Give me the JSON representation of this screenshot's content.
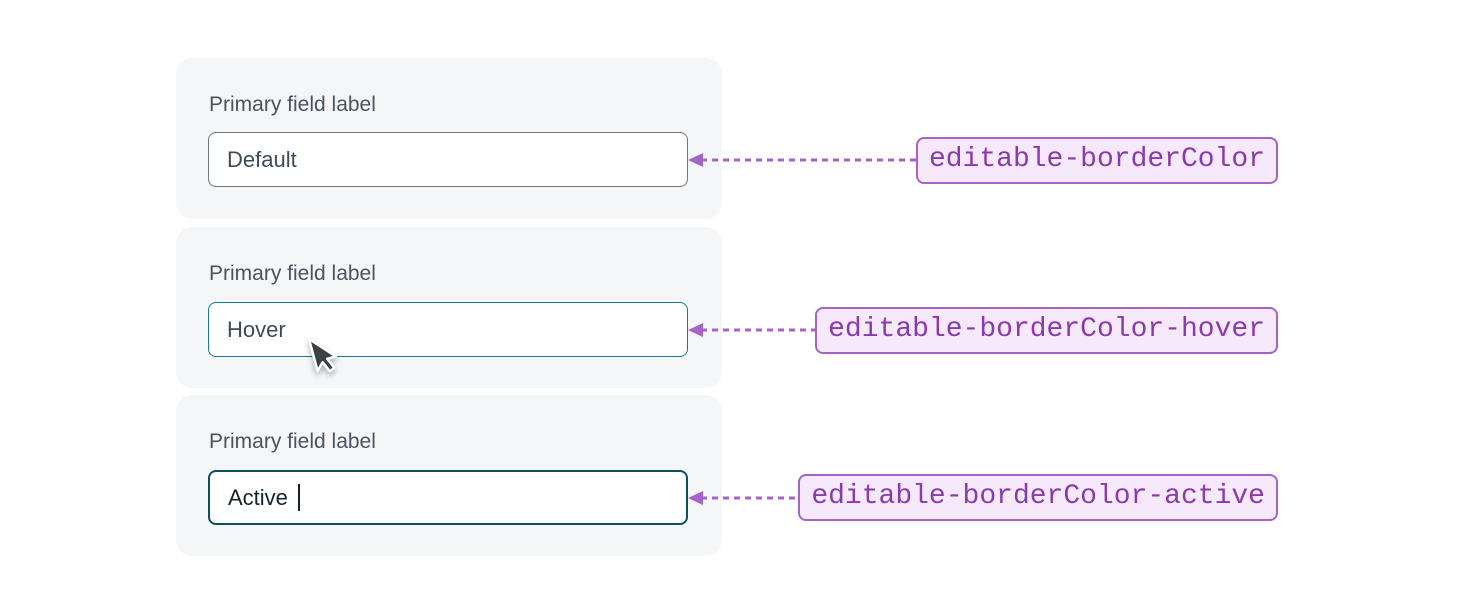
{
  "figure": {
    "description": "Input field border color token states",
    "rows": [
      {
        "field_label": "Primary field label",
        "input_value": "Default",
        "state": "default",
        "border_color": "#6e7780",
        "token": "editable-borderColor"
      },
      {
        "field_label": "Primary field label",
        "input_value": "Hover",
        "state": "hover",
        "border_color": "#1b7a8f",
        "token": "editable-borderColor-hover"
      },
      {
        "field_label": "Primary field label",
        "input_value": "Active",
        "state": "active",
        "border_color": "#0c4f63",
        "token": "editable-borderColor-active"
      }
    ],
    "colors": {
      "card_background": "#f5f6f7",
      "label_text": "#4a545e",
      "input_text": "#3f4a54",
      "input_text_active": "#16222b",
      "border_default": "#6e7780",
      "border_hover": "#1b7a8f",
      "border_active": "#0c4f63",
      "annotation_accent": "#a663c8",
      "annotation_background": "#f7e9fc",
      "annotation_text": "#8a3aad",
      "cursor_fill": "#3a4147"
    }
  }
}
